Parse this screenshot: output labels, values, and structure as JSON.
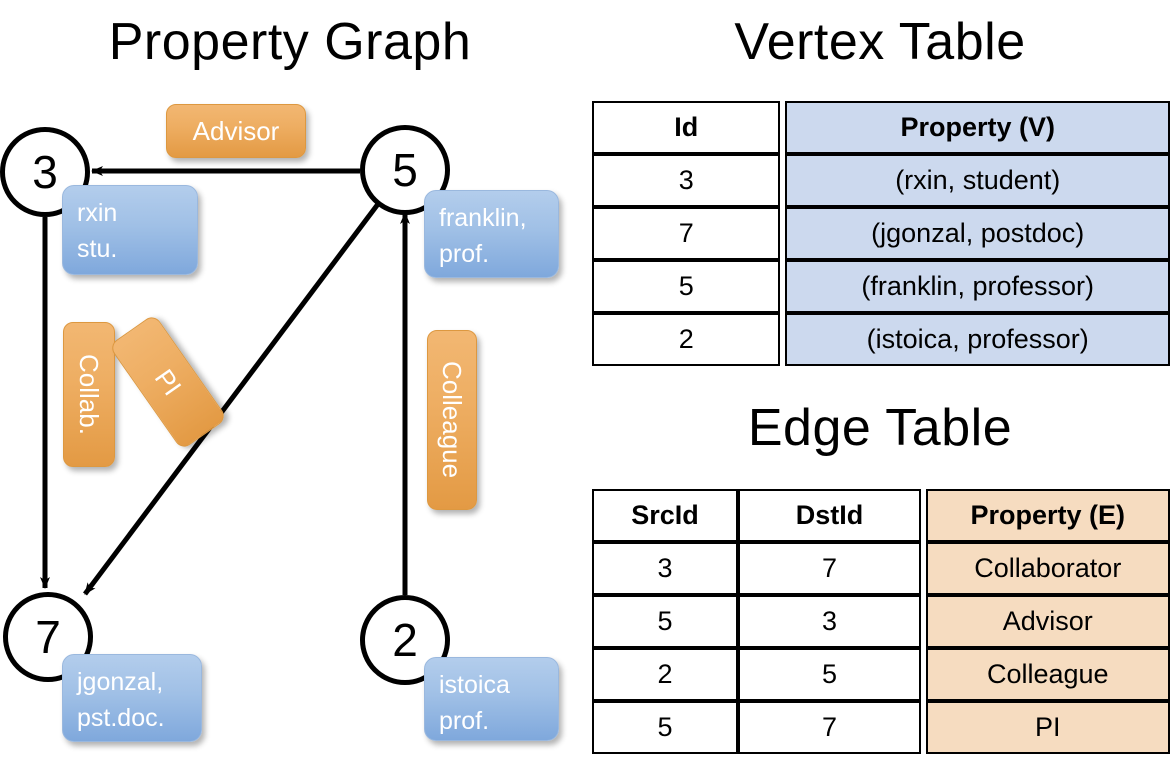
{
  "titles": {
    "property_graph": "Property Graph",
    "vertex_table": "Vertex Table",
    "edge_table": "Edge Table"
  },
  "graph": {
    "nodes": [
      {
        "id": "3",
        "label": "3",
        "property": "rxin\nstu."
      },
      {
        "id": "5",
        "label": "5",
        "property": "franklin,\nprof."
      },
      {
        "id": "7",
        "label": "7",
        "property": "jgonzal,\npst.doc."
      },
      {
        "id": "2",
        "label": "2",
        "property": "istoica\nprof."
      }
    ],
    "edge_labels": {
      "advisor": "Advisor",
      "collab": "Collab.",
      "pi": "PI",
      "colleague": "Colleague"
    }
  },
  "vertex_table": {
    "headers": [
      "Id",
      "Property (V)"
    ],
    "rows": [
      {
        "id": "3",
        "property": "(rxin, student)"
      },
      {
        "id": "7",
        "property": "(jgonzal, postdoc)"
      },
      {
        "id": "5",
        "property": "(franklin, professor)"
      },
      {
        "id": "2",
        "property": "(istoica, professor)"
      }
    ]
  },
  "edge_table": {
    "headers": [
      "SrcId",
      "DstId",
      "Property (E)"
    ],
    "rows": [
      {
        "src": "3",
        "dst": "7",
        "property": "Collaborator"
      },
      {
        "src": "5",
        "dst": "3",
        "property": "Advisor"
      },
      {
        "src": "2",
        "dst": "5",
        "property": "Colleague"
      },
      {
        "src": "5",
        "dst": "7",
        "property": "PI"
      }
    ]
  },
  "colors": {
    "vertex_property_fill": "#ccd9ee",
    "edge_property_fill": "#f6dcc0",
    "node_property_box": "#a0c0e6",
    "edge_label_box": "#eeae63",
    "stroke": "#000000",
    "background": "#ffffff"
  }
}
